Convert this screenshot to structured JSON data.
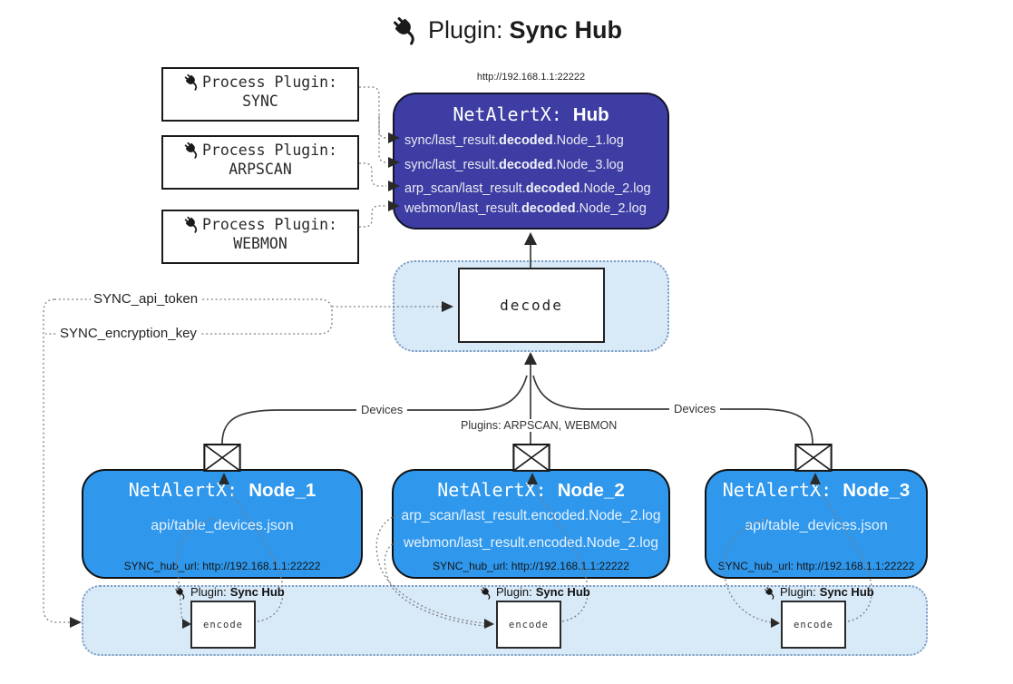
{
  "colors": {
    "hub_fill": "#3d3da3",
    "node_fill": "#2f97ec",
    "band_fill": "#d8e9f8",
    "band_border": "#7d9cc0"
  },
  "title": {
    "prefix": "Plugin:",
    "name": "Sync Hub"
  },
  "process_plugins": [
    {
      "label": "Process Plugin:",
      "name": "SYNC"
    },
    {
      "label": "Process Plugin:",
      "name": "ARPSCAN"
    },
    {
      "label": "Process Plugin:",
      "name": "WEBMON"
    }
  ],
  "hub": {
    "url": "http://192.168.1.1:22222",
    "app": "NetAlertX:",
    "name": "Hub",
    "logs": [
      {
        "pre": "sync/last_result.",
        "bold": "decoded",
        "post": ".Node_1.log"
      },
      {
        "pre": "sync/last_result.",
        "bold": "decoded",
        "post": ".Node_3.log"
      },
      {
        "pre": "arp_scan/last_result.",
        "bold": "decoded",
        "post": ".Node_2.log"
      },
      {
        "pre": "webmon/last_result.",
        "bold": "decoded",
        "post": ".Node_2.log"
      }
    ]
  },
  "decode": {
    "label": "decode"
  },
  "secrets": {
    "api_token": "SYNC_api_token",
    "encryption_key": "SYNC_encryption_key"
  },
  "edges": {
    "left_label": "Devices",
    "center_label": "Plugins: ARPSCAN, WEBMON",
    "right_label": "Devices"
  },
  "nodes": [
    {
      "app": "NetAlertX:",
      "name": "Node_1",
      "files": [
        "api/table_devices.json"
      ],
      "footer": "SYNC_hub_url: http://192.168.1.1:22222"
    },
    {
      "app": "NetAlertX:",
      "name": "Node_2",
      "files": [
        "arp_scan/last_result.encoded.Node_2.log",
        "webmon/last_result.encoded.Node_2.log"
      ],
      "footer": "SYNC_hub_url: http://192.168.1.1:22222"
    },
    {
      "app": "NetAlertX:",
      "name": "Node_3",
      "files": [
        "api/table_devices.json"
      ],
      "footer": "SYNC_hub_url: http://192.168.1.1:22222"
    }
  ],
  "encode": {
    "plugin_prefix": "Plugin:",
    "plugin_name": "Sync Hub",
    "label": "encode"
  }
}
